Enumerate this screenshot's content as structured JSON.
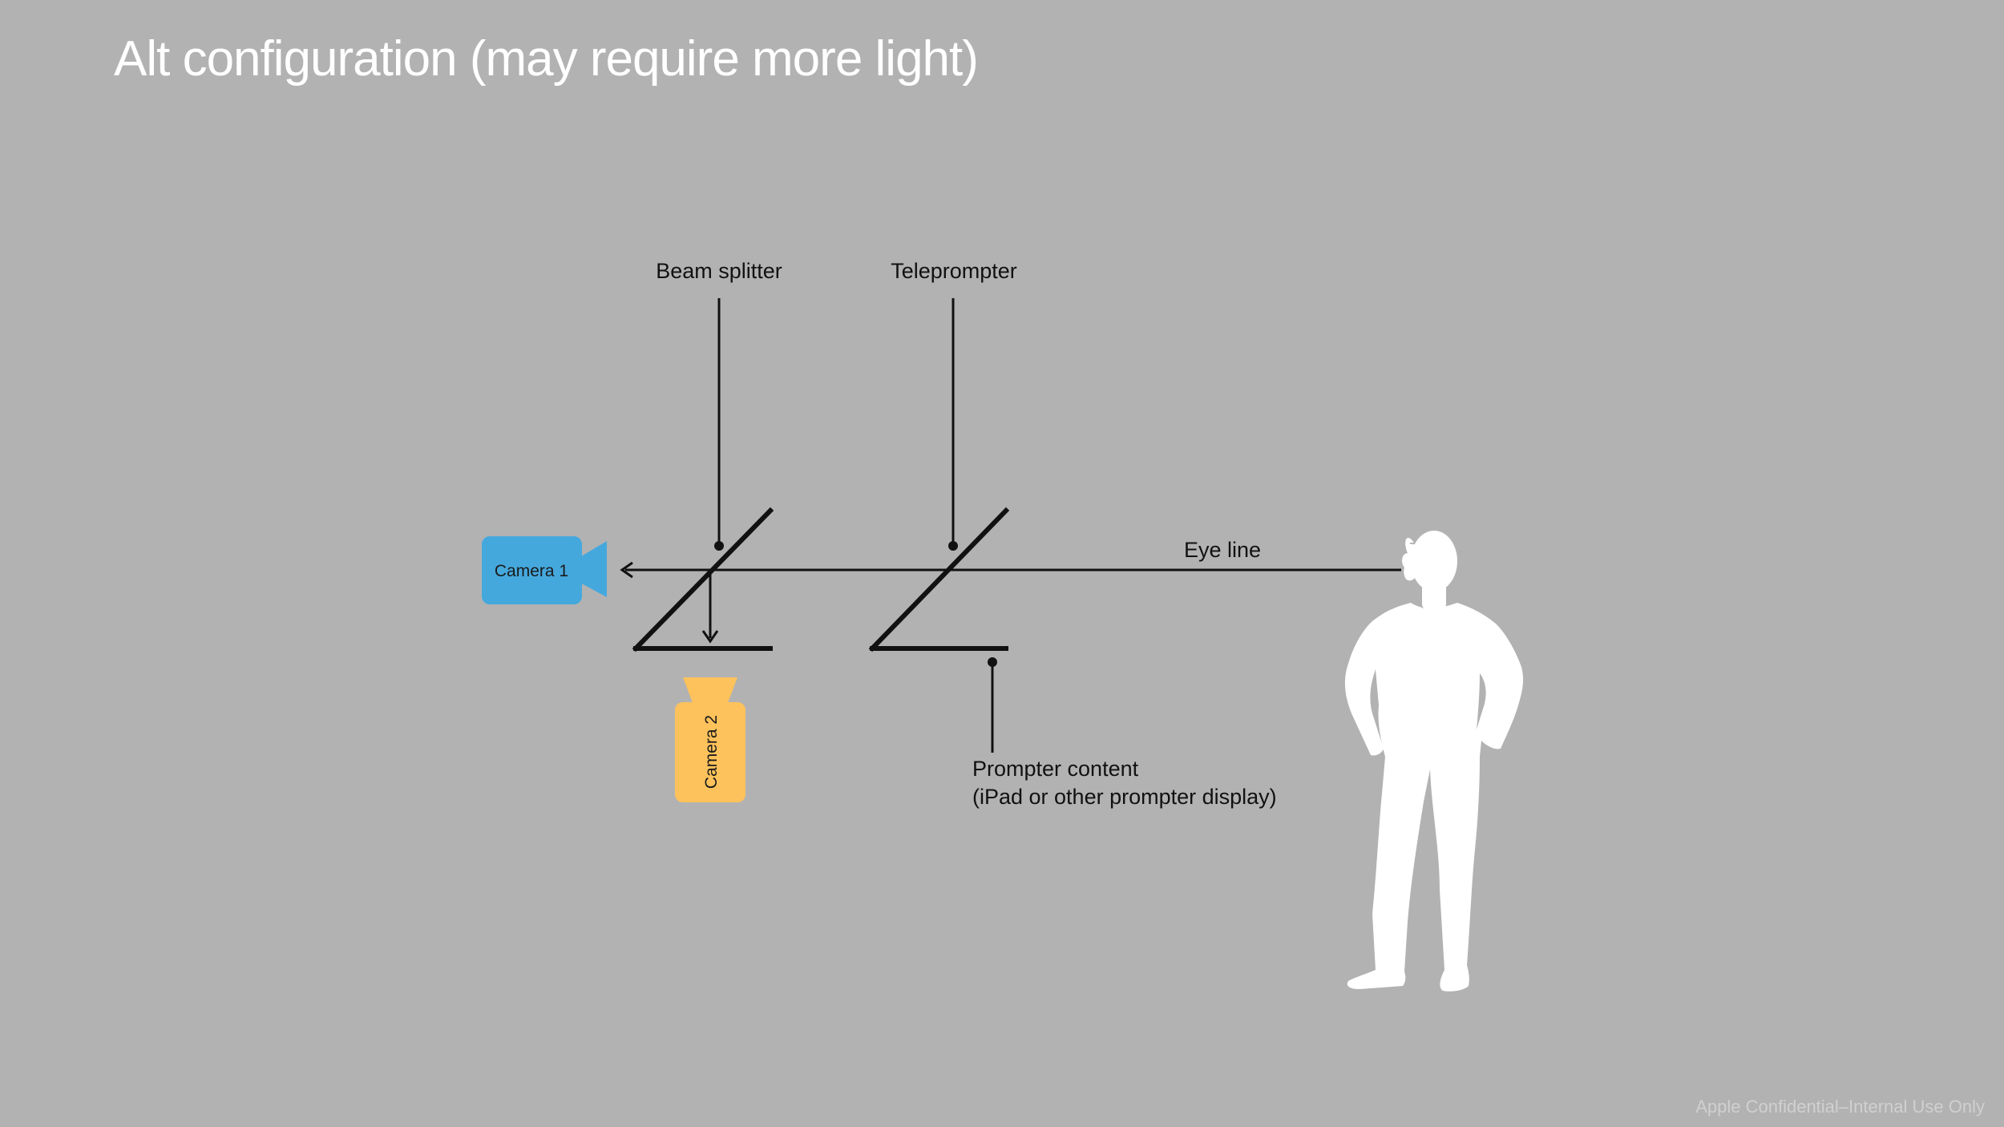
{
  "slide": {
    "title": "Alt configuration (may require more light)",
    "footer": "Apple Confidential–Internal Use Only"
  },
  "labels": {
    "beam_splitter": "Beam splitter",
    "teleprompter": "Teleprompter",
    "eye_line": "Eye line",
    "prompter_content_line1": "Prompter content",
    "prompter_content_line2": "(iPad or other prompter display)"
  },
  "cameras": {
    "camera1": {
      "label": "Camera 1",
      "color": "#45a8dd"
    },
    "camera2": {
      "label": "Camera 2",
      "color": "#fdc25b"
    }
  },
  "colors": {
    "background": "#b2b2b2",
    "title": "#ffffff",
    "lines": "#111111",
    "person": "#ffffff"
  },
  "icons": {
    "person": "person-silhouette-icon",
    "camera1": "video-camera-icon",
    "camera2": "video-camera-icon"
  }
}
